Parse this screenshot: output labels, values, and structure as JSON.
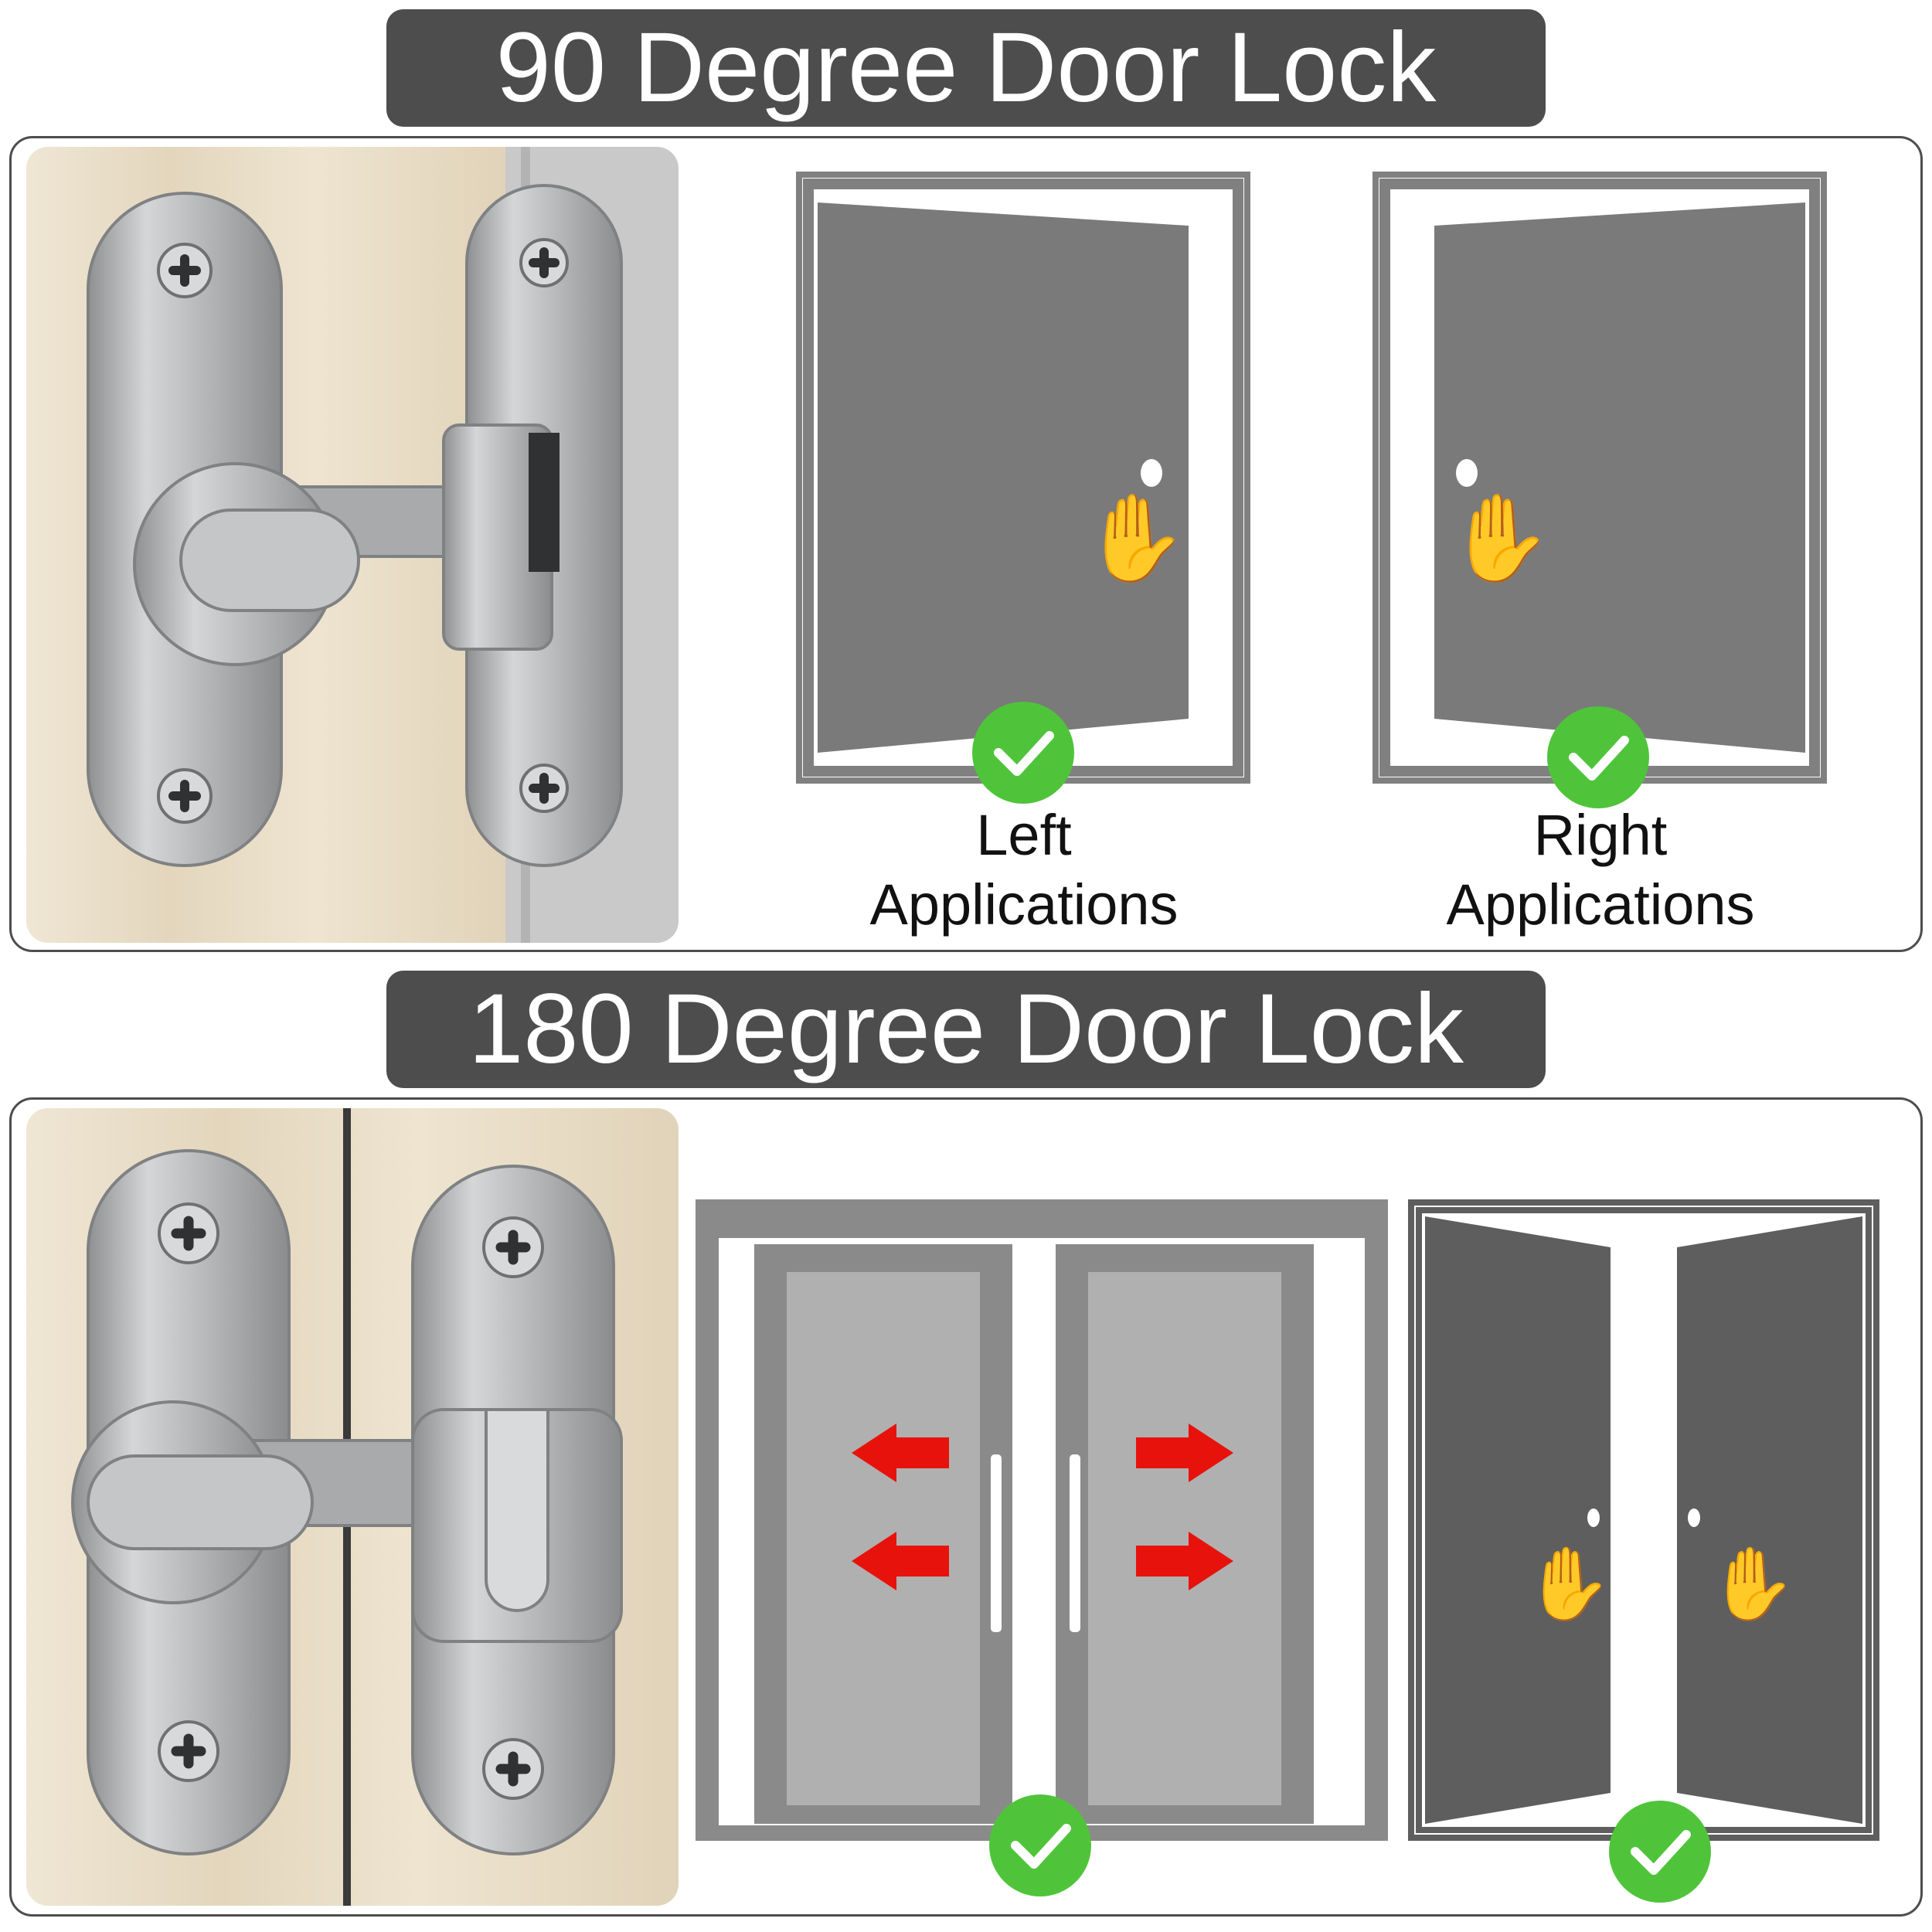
{
  "sections": [
    {
      "title": "90 Degree Door Lock",
      "photo": "90-degree-latch-photo",
      "diagrams": [
        {
          "name": "left-swing-door",
          "icon": "check-icon",
          "caption_line1": "Left",
          "caption_line2": "Applications"
        },
        {
          "name": "right-swing-door",
          "icon": "check-icon",
          "caption_line1": "Right",
          "caption_line2": "Applications"
        }
      ]
    },
    {
      "title": "180 Degree Door Lock",
      "photo": "180-degree-latch-photo",
      "diagrams": [
        {
          "name": "sliding-double-door",
          "icon": "check-icon"
        },
        {
          "name": "double-swing-door",
          "icon": "check-icon"
        }
      ]
    }
  ],
  "colors": {
    "banner": "#4d4d4d",
    "door": "#7a7a7a",
    "door_dark": "#5e5e5e",
    "frame": "#808080",
    "check": "#4fc43a",
    "arrow": "#e8120c",
    "wood": "#e8ddc8",
    "metal": "#b9bbbd"
  }
}
